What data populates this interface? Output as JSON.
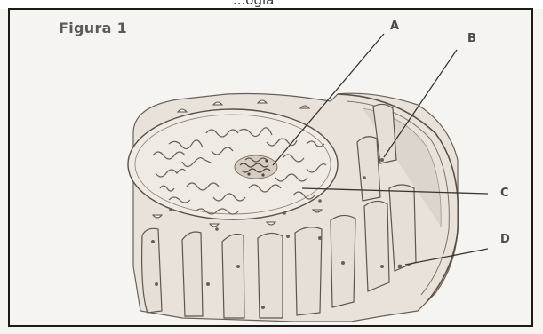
{
  "header": {
    "cut_caption": "...ogia"
  },
  "figure": {
    "title": "Figura 1"
  },
  "labels": {
    "a": "A",
    "b": "B",
    "c": "C",
    "d": "D"
  },
  "colors": {
    "paper": "#f6f4f1",
    "frame": "#1a1a1a",
    "ink": "#5a5048",
    "shading": "#b9afa5",
    "label_text": "#4a4a4a"
  }
}
